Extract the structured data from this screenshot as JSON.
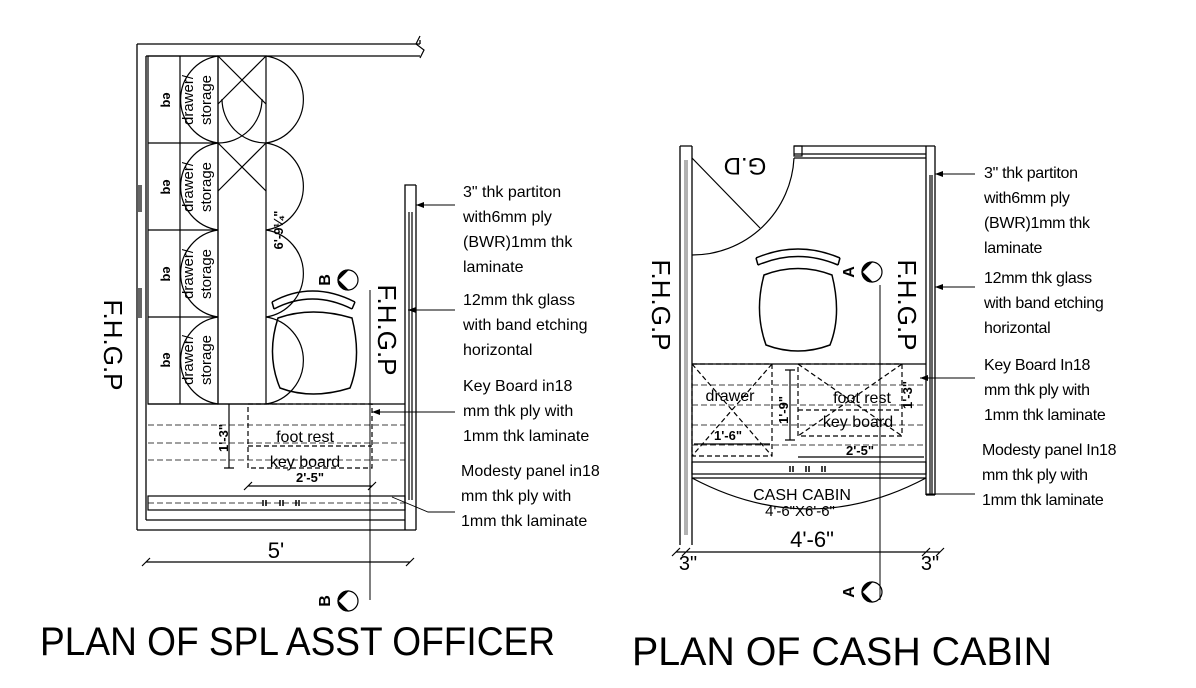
{
  "spl": {
    "title": "PLAN OF SPL ASST OFFICER",
    "drawer_line1": "drawer/",
    "drawer_line2": "storage",
    "eq": "eq",
    "fhgp": "F.H.G.P",
    "height_dim": "6'-9¼\"",
    "section_marker": "B",
    "foot_rest": "foot rest",
    "key_board": "key board",
    "depth_dim": "1'-3\"",
    "keyboard_width_dim": "2'-5\"",
    "overall_width_dim": "5'",
    "notes": {
      "partition": [
        "3\" thk partiton",
        "with6mm ply",
        "(BWR)1mm thk",
        "laminate"
      ],
      "glass": [
        "12mm thk glass",
        "with band etching",
        "horizontal"
      ],
      "keyboard": [
        "Key Board  in18",
        "mm thk ply with",
        "1mm thk laminate"
      ],
      "modesty": [
        "Modesty panel in18",
        "mm thk ply with",
        "1mm thk laminate"
      ]
    }
  },
  "cash": {
    "title": "PLAN OF CASH CABIN",
    "door_label": "G.D",
    "fhgp": "F.H.G.P",
    "section_marker": "A",
    "drawer": "drawer",
    "foot_rest": "foot rest",
    "key_board": "key board",
    "drawer_width_dim": "1'-6\"",
    "height_dim": "1'-9\"",
    "depth_dim": "1'-3\"",
    "keyboard_width_dim": "2'-5\"",
    "cabin_name": "CASH CABIN",
    "cabin_size": "4'-6\"X6'-6\"",
    "overall_width_dim": "4'-6\"",
    "left_wall_dim": "3\"",
    "right_wall_dim": "3\"",
    "notes": {
      "partition": [
        "3\" thk partiton",
        "with6mm ply",
        "(BWR)1mm thk",
        "laminate"
      ],
      "glass": [
        "12mm thk glass",
        "with band etching",
        "horizontal"
      ],
      "keyboard": [
        "Key Board  In18",
        "mm thk ply with",
        "1mm thk laminate"
      ],
      "modesty": [
        "Modesty panel In18",
        "mm thk ply with",
        "1mm thk laminate"
      ]
    }
  }
}
